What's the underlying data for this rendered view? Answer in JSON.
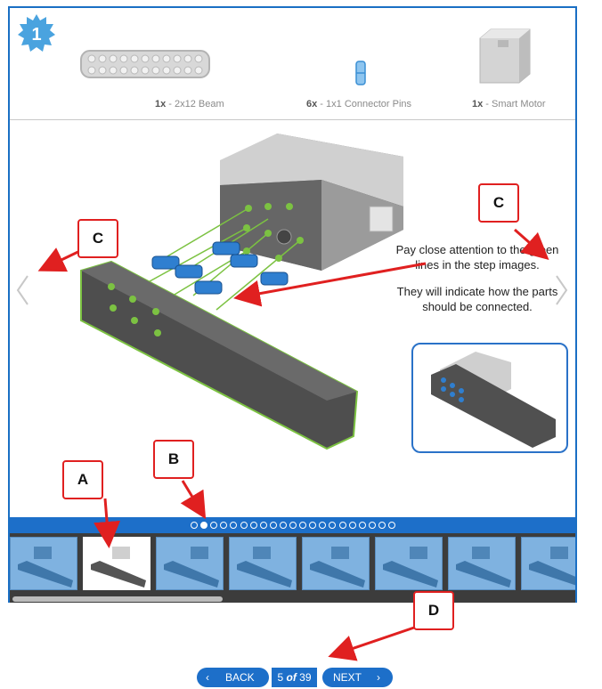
{
  "step_number": "1",
  "parts": [
    {
      "qty": "1x",
      "name": " - 2x12 Beam"
    },
    {
      "qty": "6x",
      "name": " - 1x1 Connector Pins"
    },
    {
      "qty": "1x",
      "name": " - Smart Motor"
    }
  ],
  "note": {
    "line1": "Pay close attention to the green lines in the step images.",
    "line2": "They will indicate how the parts should be connected."
  },
  "pagination": {
    "total_dots": 21,
    "active_dot_index": 1
  },
  "thumbnails": {
    "visible_count": 8,
    "active_index": 1
  },
  "pager": {
    "back_label": "BACK",
    "current": "5",
    "of_label": "of",
    "total": "39",
    "next_label": "NEXT"
  },
  "callouts": {
    "a": "A",
    "b": "B",
    "c_left": "C",
    "c_right": "C",
    "d": "D"
  },
  "colors": {
    "accent": "#1d6fc9",
    "connector_pin": "#2f7fd0",
    "beam": "#5f5f5f",
    "highlight_green": "#7cc242",
    "annotation_red": "#e02020"
  },
  "icons": [
    "step-badge-icon",
    "chevron-left-icon",
    "chevron-right-icon"
  ]
}
